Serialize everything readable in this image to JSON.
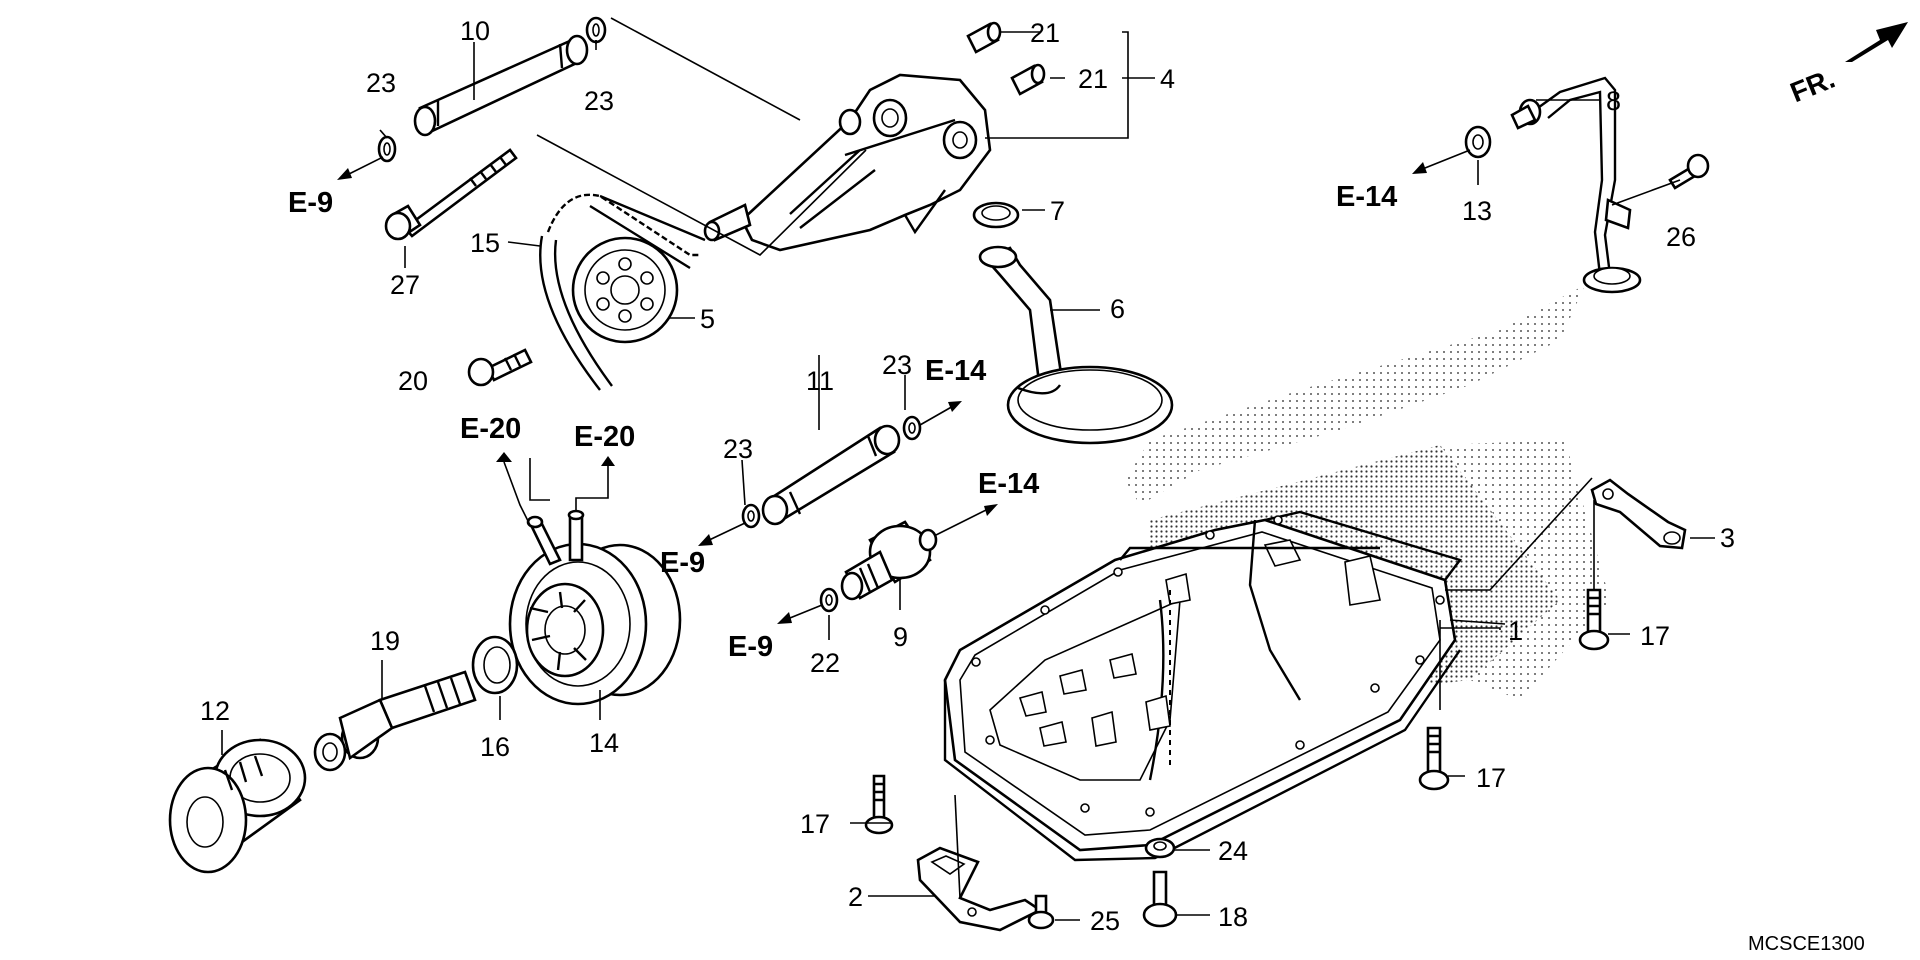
{
  "labels": {
    "l1": "1",
    "l2": "2",
    "l3": "3",
    "l4": "4",
    "l5": "5",
    "l6": "6",
    "l7": "7",
    "l8": "8",
    "l9": "9",
    "l10": "10",
    "l11": "11",
    "l12": "12",
    "l13": "13",
    "l14": "14",
    "l15": "15",
    "l16": "16",
    "l17a": "17",
    "l17b": "17",
    "l17c": "17",
    "l18": "18",
    "l19": "19",
    "l20": "20",
    "l21a": "21",
    "l21b": "21",
    "l22": "22",
    "l23a": "23",
    "l23b": "23",
    "l23c": "23",
    "l23d": "23",
    "l24": "24",
    "l25": "25",
    "l26": "26",
    "l27": "27"
  },
  "refs": {
    "e9a": "E-9",
    "e9b": "E-9",
    "e9c": "E-9",
    "e14a": "E-14",
    "e14b": "E-14",
    "e14c": "E-14",
    "e20a": "E-20",
    "e20b": "E-20"
  },
  "front_label": "FR.",
  "diagram_code": "MCSCE1300"
}
